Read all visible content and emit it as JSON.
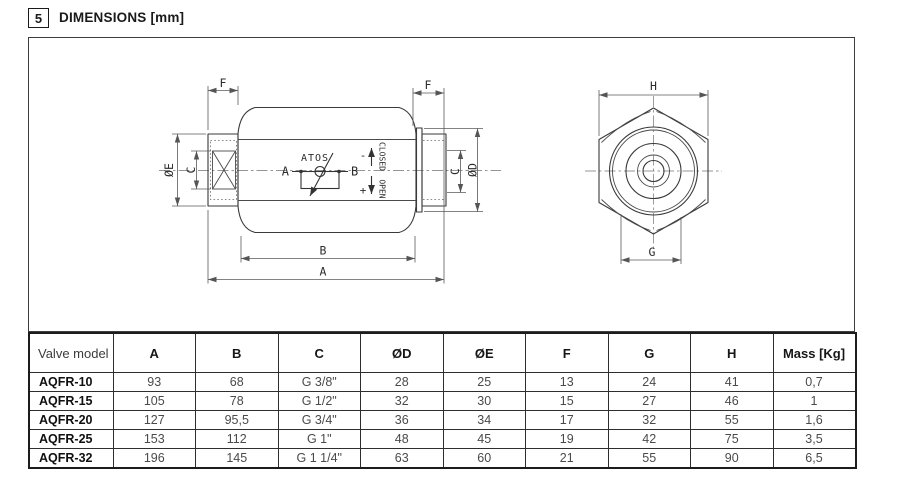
{
  "page": {
    "section_number": "5",
    "title": "DIMENSIONS [mm]"
  },
  "drawing": {
    "symbol": {
      "brand": "ATOS",
      "port_a": "A",
      "port_b": "B",
      "minus": "-",
      "plus": "+",
      "closed": "CLOSED",
      "open": "OPEN"
    },
    "dims": {
      "f_left": "F",
      "f_right": "F",
      "phi_e": "ØE",
      "c_left": "C",
      "c_right": "C",
      "phi_d": "ØD",
      "b": "B",
      "a": "A",
      "h": "H",
      "g": "G"
    }
  },
  "table": {
    "columns": [
      "Valve model",
      "A",
      "B",
      "C",
      "ØD",
      "ØE",
      "F",
      "G",
      "H",
      "Mass [Kg]"
    ],
    "rows": [
      {
        "model": "AQFR-10",
        "values": [
          "93",
          "68",
          "G 3/8\"",
          "28",
          "25",
          "13",
          "24",
          "41",
          "0,7"
        ]
      },
      {
        "model": "AQFR-15",
        "values": [
          "105",
          "78",
          "G 1/2\"",
          "32",
          "30",
          "15",
          "27",
          "46",
          "1"
        ]
      },
      {
        "model": "AQFR-20",
        "values": [
          "127",
          "95,5",
          "G 3/4\"",
          "36",
          "34",
          "17",
          "32",
          "55",
          "1,6"
        ]
      },
      {
        "model": "AQFR-25",
        "values": [
          "153",
          "112",
          "G 1\"",
          "48",
          "45",
          "19",
          "42",
          "75",
          "3,5"
        ]
      },
      {
        "model": "AQFR-32",
        "values": [
          "196",
          "145",
          "G 1 1/4\"",
          "63",
          "60",
          "21",
          "55",
          "90",
          "6,5"
        ]
      }
    ]
  },
  "colors": {
    "line": "#3a3a3a",
    "dimension": "#5a5a5a",
    "text": "#1a1a1a"
  }
}
